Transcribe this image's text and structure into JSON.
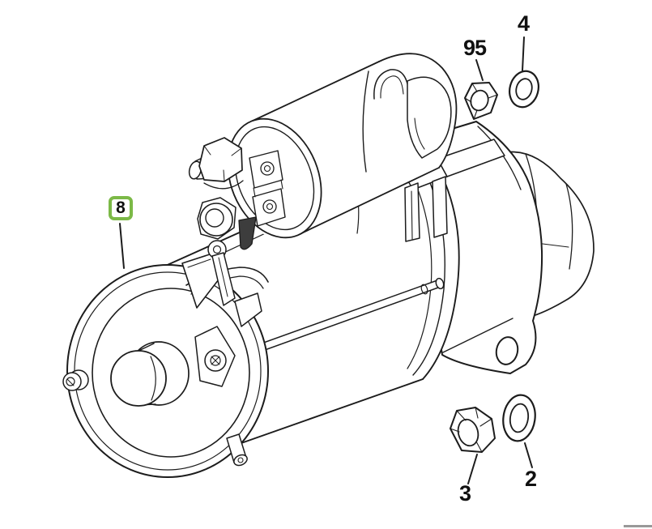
{
  "page": {
    "background_color": "#ffffff"
  },
  "diagram": {
    "kind": "parts-catalog-line-drawing",
    "subject": "starter motor assembly",
    "line_color": "#1c1c1c",
    "highlight_color": "#7cb947",
    "callouts": [
      {
        "label": "8",
        "part": "starter-motor-assembly",
        "highlighted": true
      },
      {
        "label": "95",
        "part": "hex-nut-upper",
        "highlighted": false
      },
      {
        "label": "4",
        "part": "washer-upper",
        "highlighted": false
      },
      {
        "label": "3",
        "part": "hex-nut-lower",
        "highlighted": false
      },
      {
        "label": "2",
        "part": "washer-lower",
        "highlighted": false
      }
    ]
  },
  "scrollbar": {
    "horizontal_fragment_visible": true
  }
}
